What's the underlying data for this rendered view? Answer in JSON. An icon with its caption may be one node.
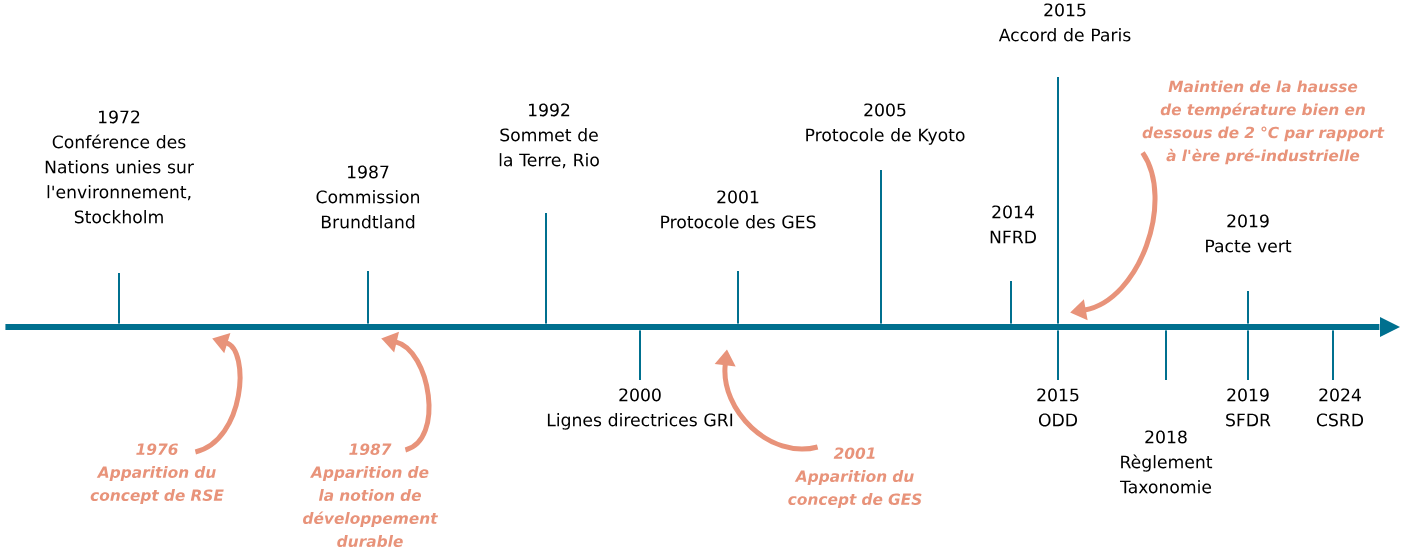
{
  "diagram": {
    "nodes": [
      {
        "text": [
          "1972",
          "Conférence des Nations unies sur l'environnement, Stockholm"
        ]
      },
      {
        "text": [
          "1987",
          "Commission Brundtland"
        ]
      },
      {
        "text": [
          "1992",
          "Sommet de la Terre, Rio"
        ]
      },
      {
        "text": [
          "2000",
          "Lignes directrices GRI"
        ]
      },
      {
        "text": [
          "2001",
          "Protocole des GES"
        ]
      },
      {
        "text": [
          "2005",
          "Protocole de Kyoto"
        ]
      },
      {
        "text": [
          "2014",
          "NFRD"
        ]
      },
      {
        "text": [
          "2015",
          "Accord de Paris"
        ]
      },
      {
        "text": [
          "2015",
          "ODD"
        ]
      },
      {
        "text": [
          "2018",
          "Règlement Taxonomie"
        ]
      },
      {
        "text": [
          "2019",
          "Pacte vert"
        ]
      },
      {
        "text": [
          "2019",
          "SFDR"
        ]
      },
      {
        "text": [
          "2024",
          "CSRD"
        ]
      },
      {
        "text": [
          "1976",
          "Apparition du concept de RSE"
        ]
      },
      {
        "text": [
          "1987",
          "Apparition de la notion de développement durable"
        ]
      },
      {
        "text": [
          "2001",
          "Apparition du concept de GES"
        ]
      },
      {
        "text": [
          "Maintien de la hausse de température bien en dessous de 2 °C par rapport à l'ère pré-industrielle"
        ]
      },
      {
        "text": [],
        "shape": "bar"
      }
    ],
    "edges": [
      {
        "from": 0,
        "to": 17,
        "arrow": "none"
      },
      {
        "from": 1,
        "to": 17,
        "arrow": "none"
      },
      {
        "from": 2,
        "to": 17,
        "arrow": "none"
      },
      {
        "from": 3,
        "to": 17,
        "arrow": "none"
      },
      {
        "from": 4,
        "to": 17,
        "arrow": "none"
      },
      {
        "from": 5,
        "to": 17,
        "arrow": "none"
      },
      {
        "from": 6,
        "to": 17,
        "arrow": "none"
      },
      {
        "from": 7,
        "to": 17,
        "arrow": "none"
      },
      {
        "from": 8,
        "to": 17,
        "arrow": "none"
      },
      {
        "from": 9,
        "to": 17,
        "arrow": "none"
      },
      {
        "from": 10,
        "to": 17,
        "arrow": "none"
      },
      {
        "from": 11,
        "to": 17,
        "arrow": "none"
      },
      {
        "from": 12,
        "to": 17,
        "arrow": "none"
      },
      {
        "from": 13,
        "to": 17,
        "arrow": "to",
        "style": "thick",
        "color": "#e8937a"
      },
      {
        "from": 14,
        "to": 17,
        "arrow": "to",
        "style": "thick",
        "color": "#e8937a"
      },
      {
        "from": 15,
        "to": 17,
        "arrow": "to",
        "style": "thick",
        "color": "#e8937a"
      },
      {
        "from": 16,
        "to": 17,
        "arrow": "to",
        "style": "thick",
        "color": "#e8937a"
      }
    ]
  }
}
